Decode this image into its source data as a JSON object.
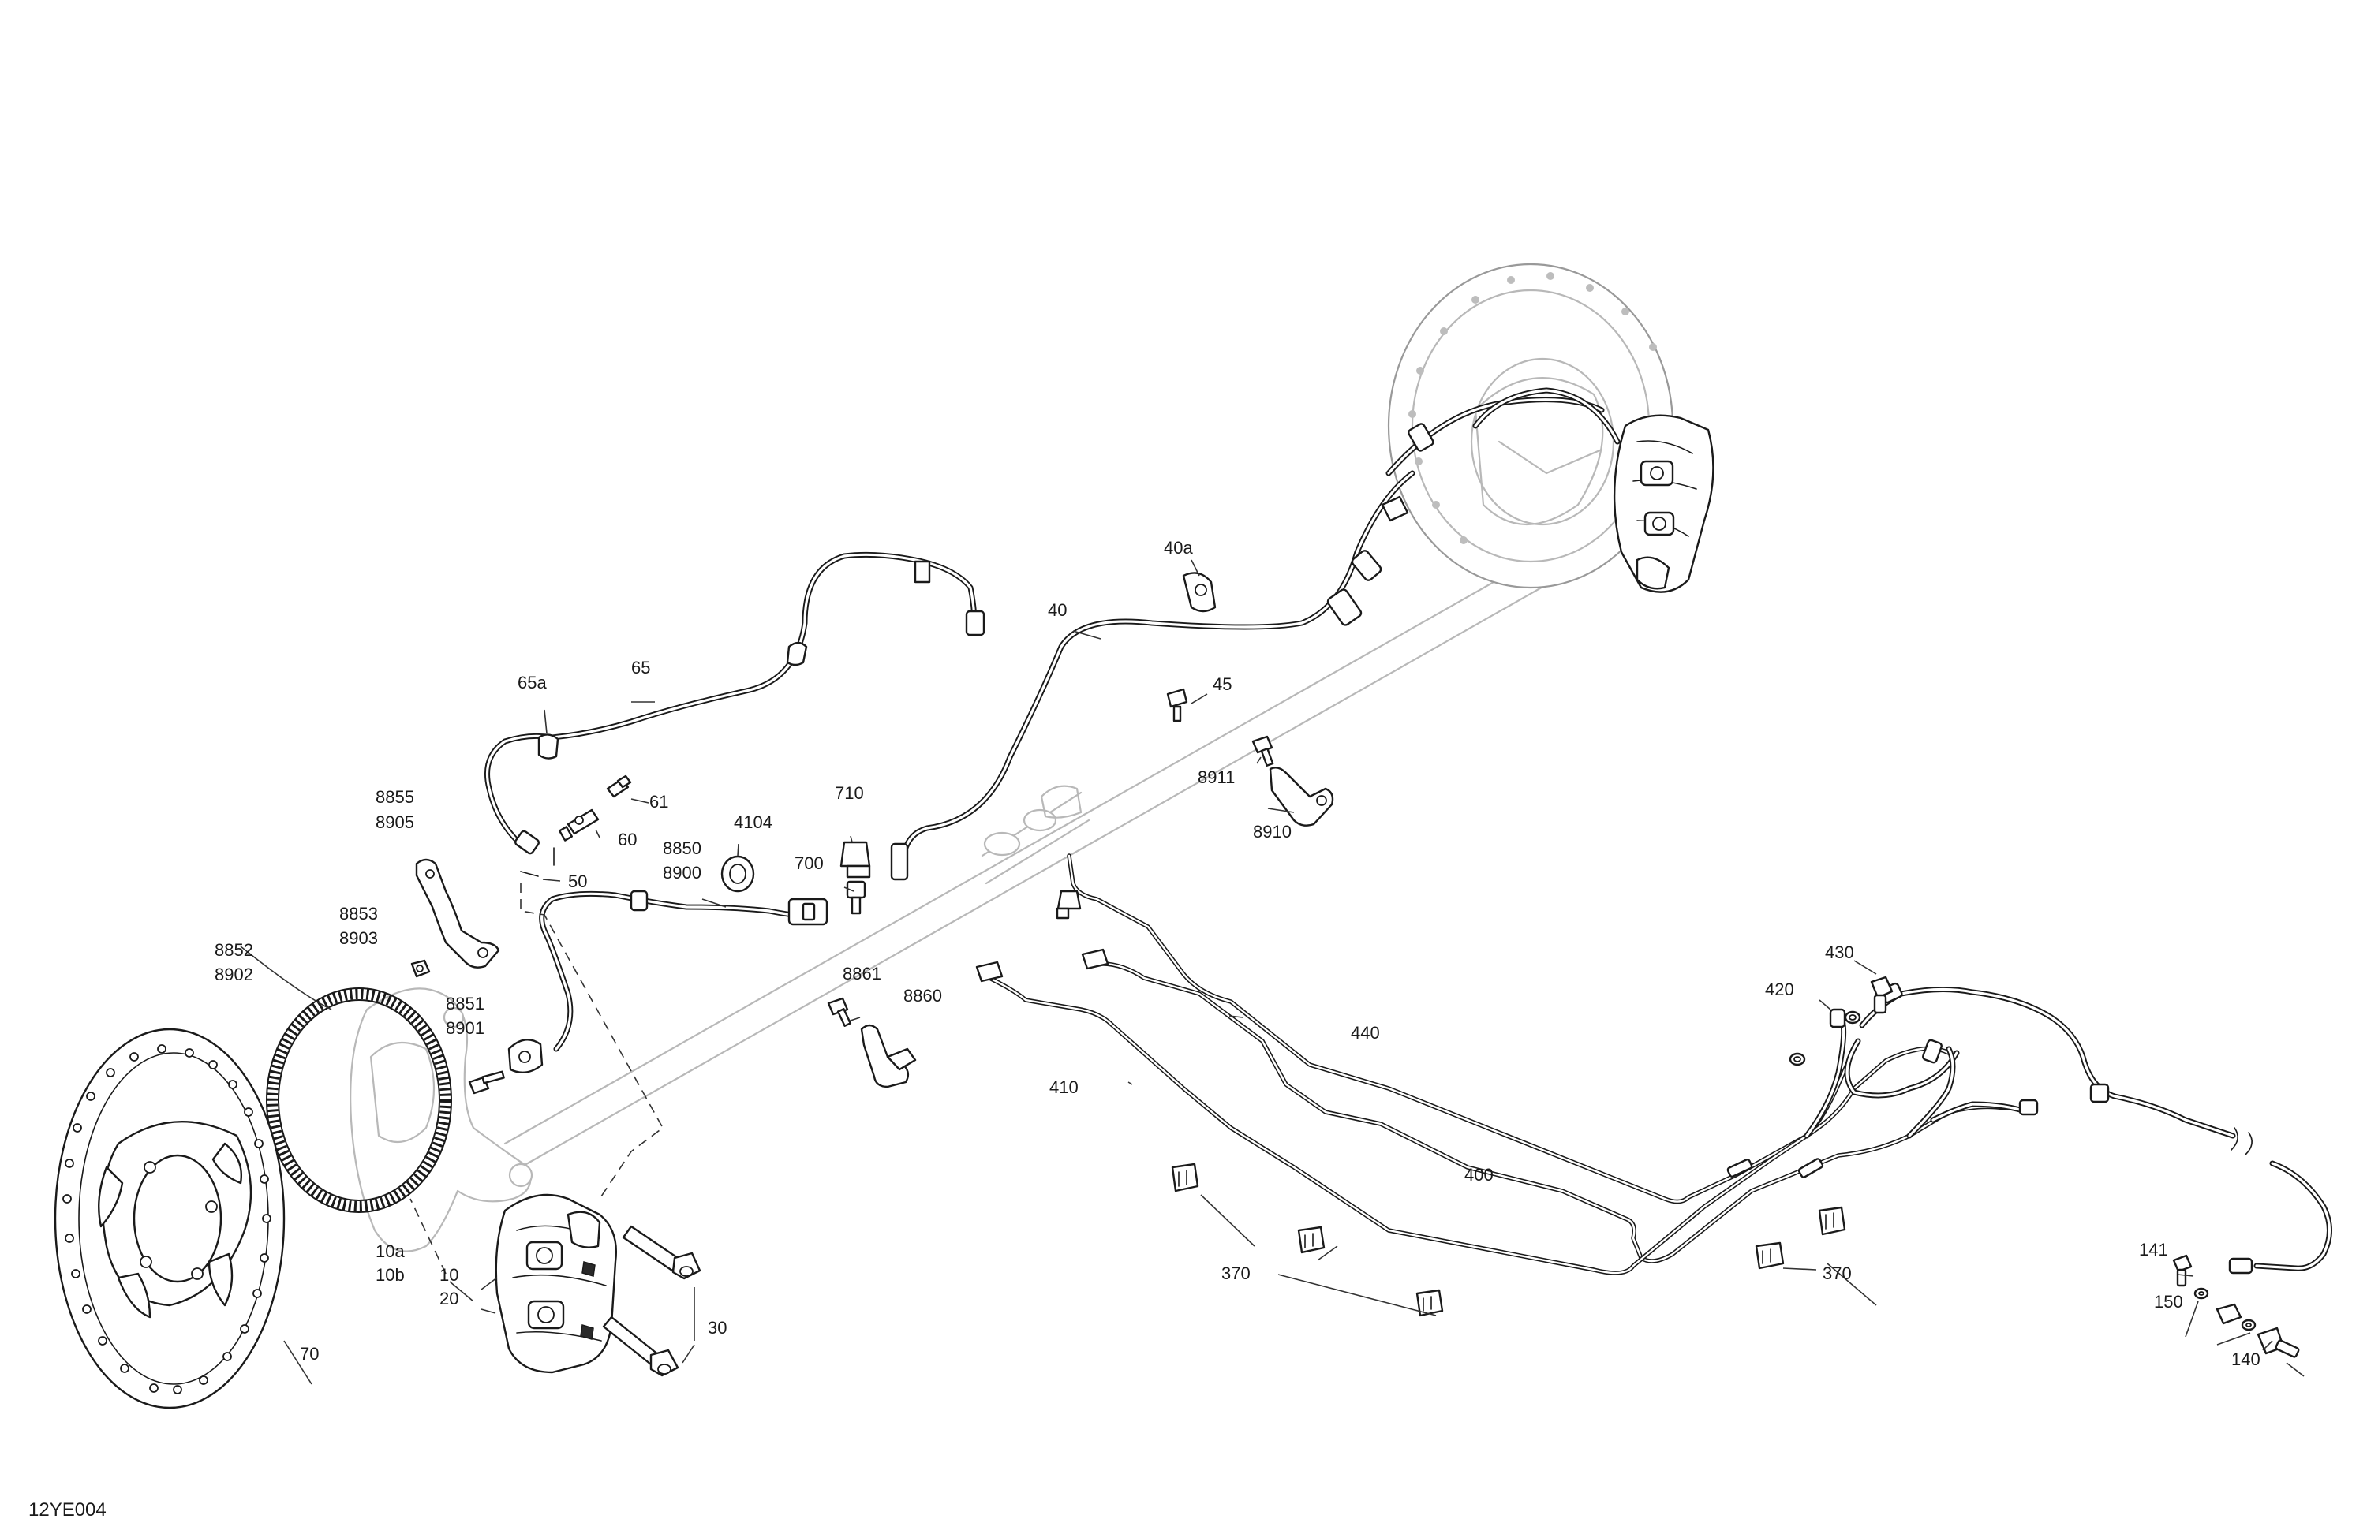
{
  "diagram": {
    "reference_code": "12YE004",
    "callouts": [
      {
        "id": "c-40a",
        "text": "40a"
      },
      {
        "id": "c-40",
        "text": "40"
      },
      {
        "id": "c-45",
        "text": "45"
      },
      {
        "id": "c-65a",
        "text": "65a"
      },
      {
        "id": "c-65",
        "text": "65"
      },
      {
        "id": "c-61",
        "text": "61"
      },
      {
        "id": "c-60",
        "text": "60"
      },
      {
        "id": "c-50",
        "text": "50"
      },
      {
        "id": "c-8855",
        "text": "8855"
      },
      {
        "id": "c-8905",
        "text": "8905"
      },
      {
        "id": "c-4104",
        "text": "4104"
      },
      {
        "id": "c-8850",
        "text": "8850"
      },
      {
        "id": "c-8900",
        "text": "8900"
      },
      {
        "id": "c-710",
        "text": "710"
      },
      {
        "id": "c-700",
        "text": "700"
      },
      {
        "id": "c-8911",
        "text": "8911"
      },
      {
        "id": "c-8910",
        "text": "8910"
      },
      {
        "id": "c-8853",
        "text": "8853"
      },
      {
        "id": "c-8903",
        "text": "8903"
      },
      {
        "id": "c-8852",
        "text": "8852"
      },
      {
        "id": "c-8902",
        "text": "8902"
      },
      {
        "id": "c-8851",
        "text": "8851"
      },
      {
        "id": "c-8901",
        "text": "8901"
      },
      {
        "id": "c-8861",
        "text": "8861"
      },
      {
        "id": "c-8860",
        "text": "8860"
      },
      {
        "id": "c-430",
        "text": "430"
      },
      {
        "id": "c-420",
        "text": "420"
      },
      {
        "id": "c-440",
        "text": "440"
      },
      {
        "id": "c-410",
        "text": "410"
      },
      {
        "id": "c-400",
        "text": "400"
      },
      {
        "id": "c-10a",
        "text": "10a"
      },
      {
        "id": "c-10b",
        "text": "10b"
      },
      {
        "id": "c-10",
        "text": "10"
      },
      {
        "id": "c-20",
        "text": "20"
      },
      {
        "id": "c-30",
        "text": "30"
      },
      {
        "id": "c-70",
        "text": "70"
      },
      {
        "id": "c-370-a",
        "text": "370"
      },
      {
        "id": "c-370-b",
        "text": "370"
      },
      {
        "id": "c-141",
        "text": "141"
      },
      {
        "id": "c-150",
        "text": "150"
      },
      {
        "id": "c-140",
        "text": "140"
      }
    ]
  }
}
